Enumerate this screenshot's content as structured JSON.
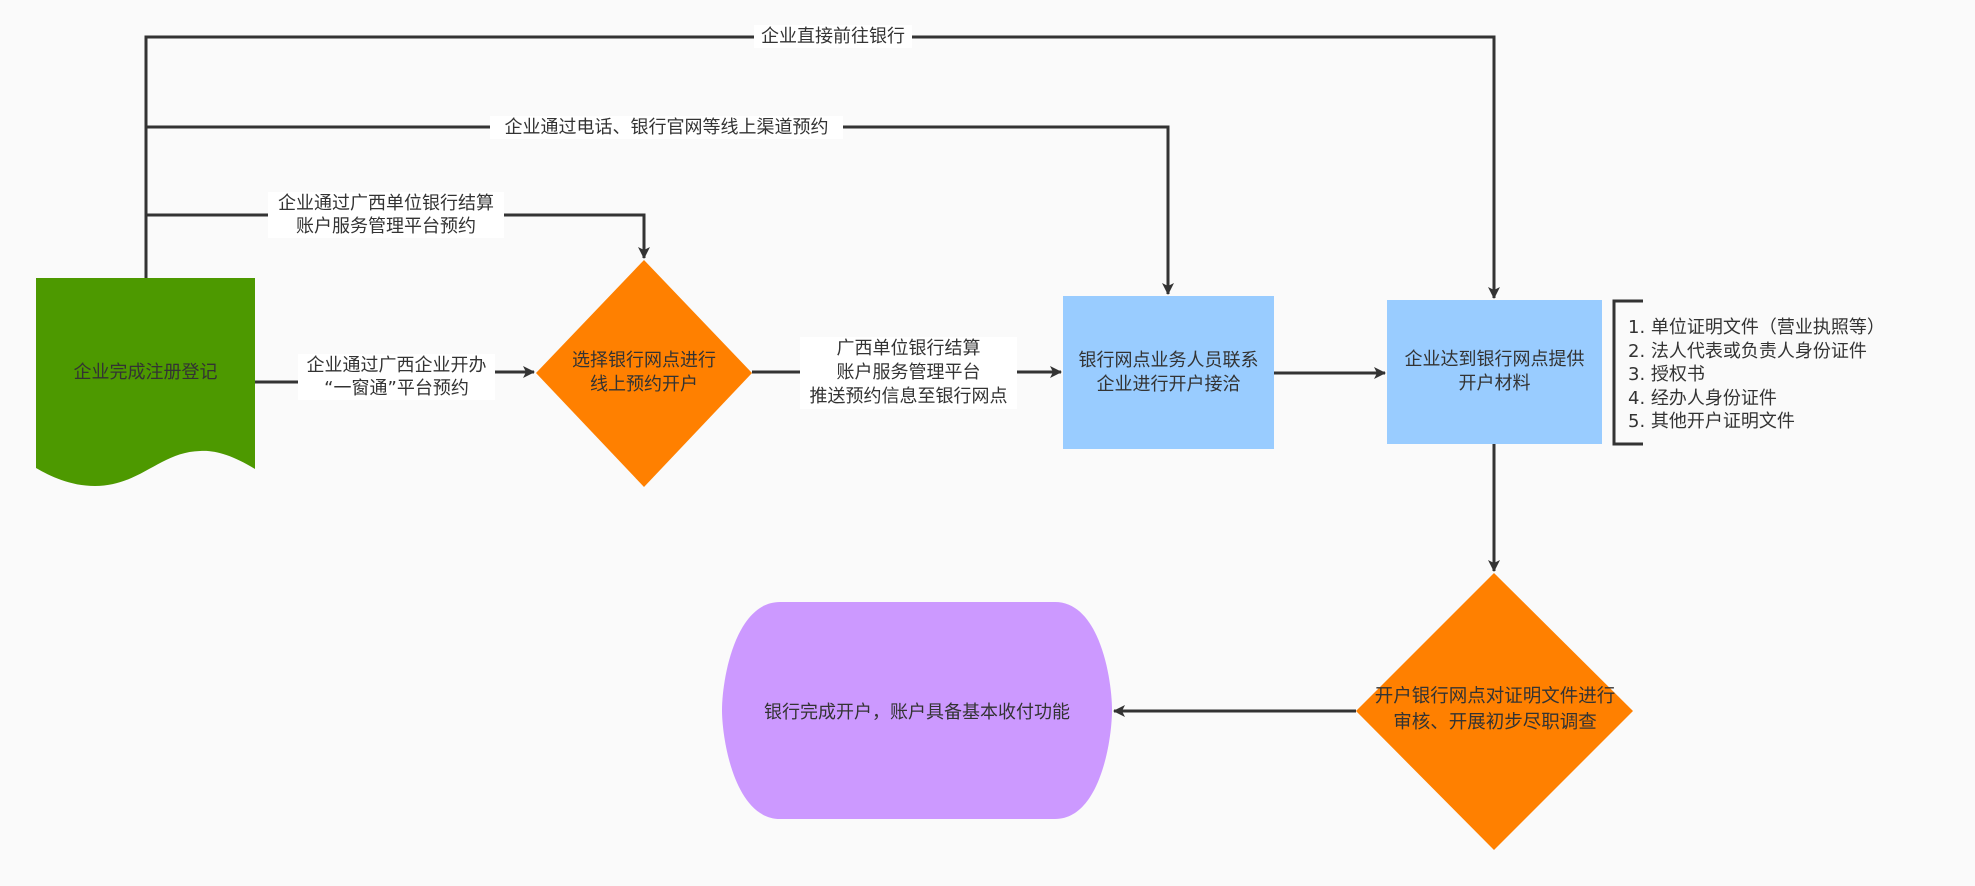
{
  "diagram": {
    "colors": {
      "background": "#fafafa",
      "start_node": "#4d9900",
      "decision": "#ff8000",
      "process": "#99ccff",
      "terminal": "#cc99ff",
      "edge": "#333333",
      "label_bg": "#ffffff",
      "text": "#333333"
    },
    "nodes": {
      "registration": {
        "type": "document",
        "label": "企业完成注册登记"
      },
      "online_booking": {
        "type": "decision",
        "label": "选择银行网点进行线上预约开户"
      },
      "bank_contact": {
        "type": "process",
        "label": "银行网点业务人员联系企业进行开户接洽"
      },
      "submit_materials": {
        "type": "process",
        "label": "企业达到银行网点提供开户材料"
      },
      "review": {
        "type": "decision",
        "label": "开户银行网点对证明文件进行审核、开展初步尽职调查"
      },
      "complete": {
        "type": "terminal",
        "label": "银行完成开户，账户具备基本收付功能"
      }
    },
    "materials_list": [
      "1. 单位证明文件（营业执照等）",
      "2. 法人代表或负责人身份证件",
      "3. 授权书",
      "4. 经办人身份证件",
      "5. 其他开户证明文件"
    ],
    "edges": {
      "direct_to_bank": {
        "from": "registration",
        "to": "submit_materials",
        "label": "企业直接前往银行"
      },
      "phone_web": {
        "from": "registration",
        "to": "bank_contact",
        "label": "企业通过电话、银行官网等线上渠道预约"
      },
      "gx_platform": {
        "from": "registration",
        "to": "online_booking",
        "label_lines": [
          "企业通过广西单位银行结算",
          "账户服务管理平台预约"
        ]
      },
      "one_window": {
        "from": "registration",
        "to": "online_booking",
        "label_lines": [
          "企业通过广西企业开办",
          "“一窗通”平台预约"
        ]
      },
      "push_info": {
        "from": "online_booking",
        "to": "bank_contact",
        "label_lines": [
          "广西单位银行结算",
          "账户服务管理平台",
          "推送预约信息至银行网点"
        ]
      },
      "contact_to_submit": {
        "from": "bank_contact",
        "to": "submit_materials"
      },
      "submit_to_review": {
        "from": "submit_materials",
        "to": "review"
      },
      "review_to_complete": {
        "from": "review",
        "to": "complete"
      }
    }
  }
}
